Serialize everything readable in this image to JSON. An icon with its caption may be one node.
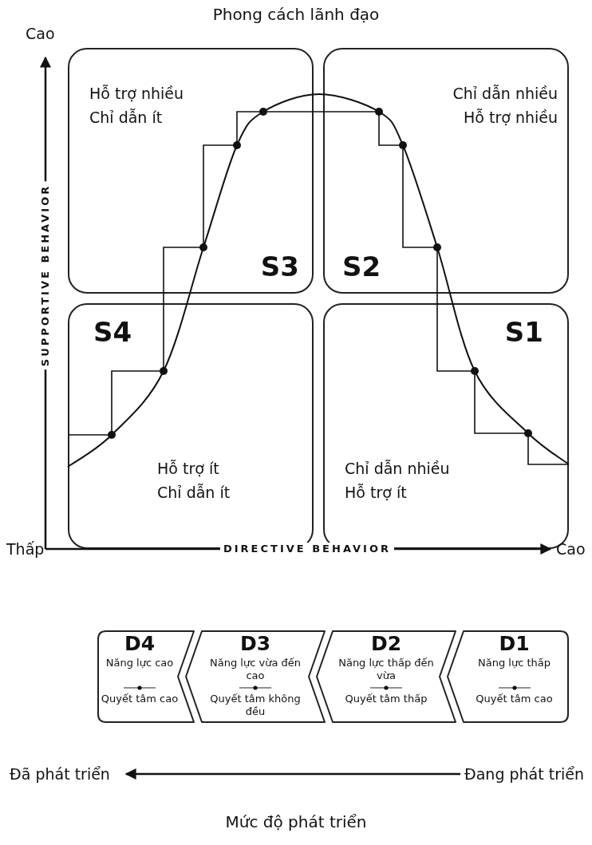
{
  "diagram": {
    "title": "Phong cách lãnh đạo",
    "caption": "Mức độ phát triển",
    "nodes": [
      {
        "text": [
          "Hỗ trợ nhiều",
          "Chỉ dẫn ít",
          "S3"
        ]
      },
      {
        "text": [
          "Chỉ dẫn nhiều",
          "Hỗ trợ nhiều",
          "S2"
        ]
      },
      {
        "text": [
          "S4",
          "Hỗ trợ ít",
          "Chỉ dẫn ít"
        ]
      },
      {
        "text": [
          "S1",
          "Chỉ dẫn nhiều",
          "Hỗ trợ ít"
        ]
      },
      {
        "text": [
          "D4",
          "Năng lực cao",
          "Quyết tâm cao"
        ]
      },
      {
        "text": [
          "D3",
          "Năng lực vừa đến cao",
          "Quyết tâm không đều"
        ]
      },
      {
        "text": [
          "D2",
          "Năng lực thấp đến vừa",
          "Quyết tâm thấp"
        ]
      },
      {
        "text": [
          "D1",
          "Năng lực thấp",
          "Quyết tâm cao"
        ]
      }
    ],
    "labels": [
      "Cao",
      "SUPPORTIVE BEHAVIOR",
      "Thấp",
      "DIRECTIVE BEHAVIOR",
      "Cao",
      "Đã phát triển",
      "Đang phát triển"
    ]
  }
}
